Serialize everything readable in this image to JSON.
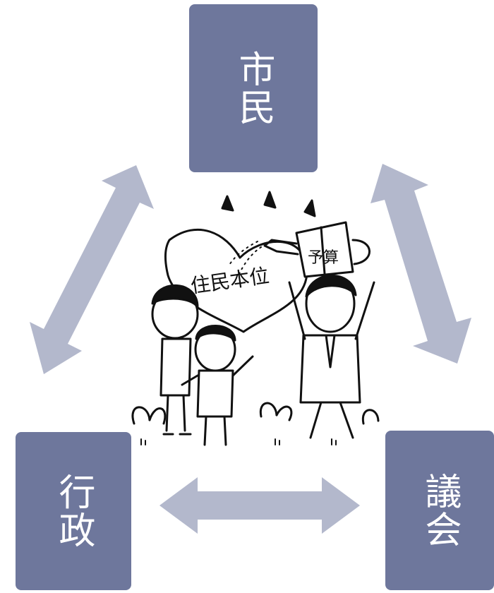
{
  "nodes": {
    "top": "市民",
    "left": "行政",
    "right": "議会"
  },
  "illustration": {
    "banner_text": "住民本位",
    "can_text": "予算"
  },
  "colors": {
    "box": "#6e779c",
    "arrow": "#b3b8cc",
    "line": "#111111"
  }
}
